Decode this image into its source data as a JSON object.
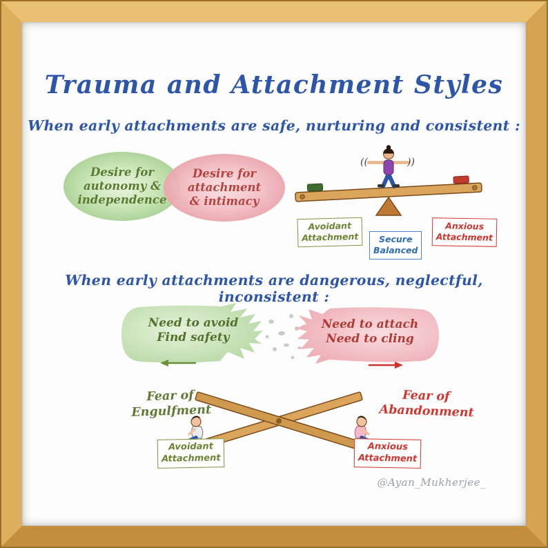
{
  "title": "Trauma and Attachment Styles",
  "signature": "@Ayan_Mukherjee_",
  "safe_section": {
    "heading": "When early attachments are safe, nurturing and consistent :",
    "green_blob": {
      "line1": "Desire for",
      "line2": "autonomy &",
      "line3": "independence"
    },
    "red_blob": {
      "line1": "Desire for",
      "line2": "attachment",
      "line3": "& intimacy"
    },
    "tags": {
      "avoidant": {
        "line1": "Avoidant",
        "line2": "Attachment"
      },
      "secure": {
        "line1": "Secure",
        "line2": "Balanced"
      },
      "anxious": {
        "line1": "Anxious",
        "line2": "Attachment"
      }
    },
    "wobble_left": "((",
    "wobble_right": "))"
  },
  "trauma_section": {
    "heading": "When early attachments are dangerous, neglectful, inconsistent :",
    "green_blob": {
      "line1": "Need to avoid",
      "line2": "Find safety"
    },
    "red_blob": {
      "line1": "Need to attach",
      "line2": "Need to cling"
    },
    "fear_left": {
      "line1": "Fear of",
      "line2": "Engulfment"
    },
    "fear_right": {
      "line1": "Fear of",
      "line2": "Abandonment"
    },
    "tags": {
      "avoidant": {
        "line1": "Avoidant",
        "line2": "Attachment"
      },
      "anxious": {
        "line1": "Anxious",
        "line2": "Attachment"
      }
    }
  },
  "colors": {
    "heading_blue": "#2d56aa",
    "avoidant_green": "#6b8434",
    "anxious_red": "#d2342e",
    "secure_blue": "#2e6db4",
    "blob_green": "#aed49a",
    "blob_pink": "#eba6ae",
    "wood_frame": "#d6a351"
  }
}
